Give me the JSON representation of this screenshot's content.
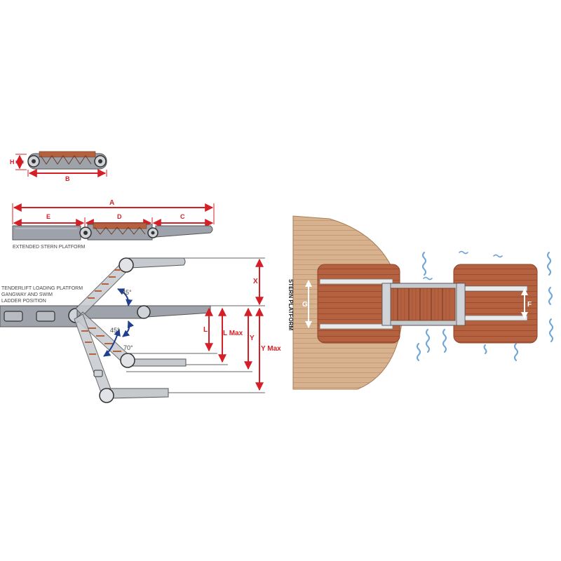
{
  "diagram": {
    "dimension_labels": {
      "H": "H",
      "B": "B",
      "A": "A",
      "E": "E",
      "D": "D",
      "C": "C",
      "X": "X",
      "L": "L",
      "L_max": "L Max",
      "Y": "Y",
      "Y_max": "Y Max",
      "G": "G",
      "F": "F"
    },
    "angles": {
      "a45_top": "45°",
      "a45_mid": "45°",
      "a70": "70°"
    },
    "captions": {
      "extended": "EXTENDED STERN PLATFORM",
      "tenderlift_line1": "TENDERLIFT LOADING PLATFORM",
      "tenderlift_line2": "GANGWAY AND SWIM",
      "tenderlift_line3": "LADDER POSITION",
      "stern_platform": "STERN PLATFORM"
    },
    "colors": {
      "dimension": "#d51f26",
      "wood": "#b5613f",
      "deck": "#d8b28f",
      "metal": "#9ea3ab",
      "arrow_angle": "#1f3f8f",
      "water": "#6fa6d8"
    }
  }
}
